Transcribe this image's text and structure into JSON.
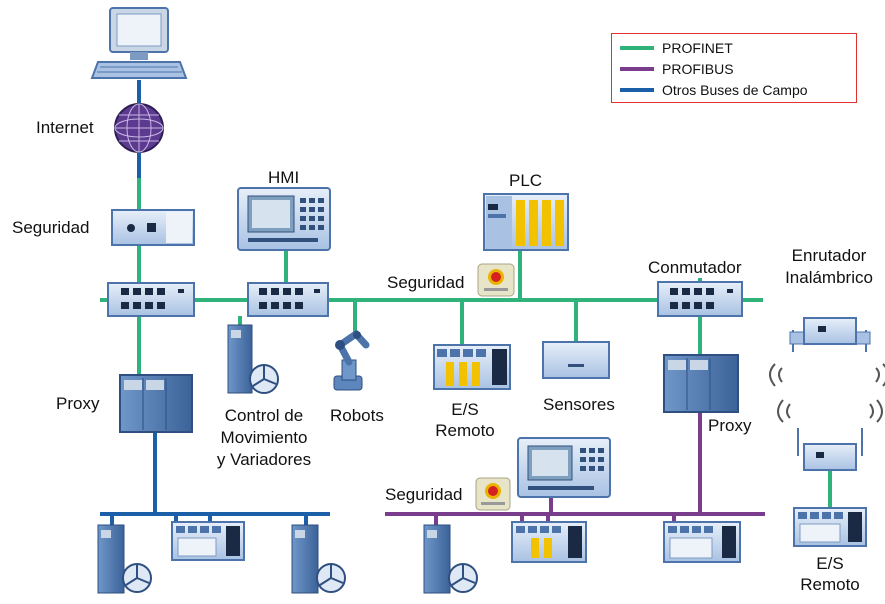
{
  "legend": {
    "items": [
      {
        "label": "PROFINET",
        "color": "#2fb37a"
      },
      {
        "label": "PROFIBUS",
        "color": "#7a3d8c"
      },
      {
        "label": "Otros Buses de Campo",
        "color": "#1b5fa8"
      }
    ]
  },
  "labels": {
    "internet": "Internet",
    "seguridad_top": "Seguridad",
    "hmi": "HMI",
    "plc": "PLC",
    "seguridad_mid": "Seguridad",
    "conmutador": "Conmutador",
    "enrutador_1": "Enrutador",
    "enrutador_2": "Inalámbrico",
    "proxy_left": "Proxy",
    "control_1": "Control de",
    "control_2": "Movimiento",
    "control_3": "y Variadores",
    "robots": "Robots",
    "es_remoto_1a": "E/S",
    "es_remoto_1b": "Remoto",
    "sensores": "Sensores",
    "proxy_right": "Proxy",
    "seguridad_bottom": "Seguridad",
    "es_remoto_2a": "E/S",
    "es_remoto_2b": "Remoto"
  },
  "colors": {
    "profinet": "#2fb37a",
    "profibus": "#7a3d8c",
    "fieldbus": "#1b5fa8",
    "device_light": "#dfe9f6",
    "device_mid": "#a9c2e3",
    "device_dark": "#4d74aa",
    "yellow": "#f2c200"
  },
  "icons": [
    "computer-icon",
    "globe-icon",
    "security-device-icon",
    "switch-icon",
    "hmi-panel-icon",
    "plc-icon",
    "emergency-stop-icon",
    "drive-icon",
    "robot-arm-icon",
    "io-module-icon",
    "sensor-icon",
    "proxy-icon",
    "wireless-router-icon"
  ]
}
